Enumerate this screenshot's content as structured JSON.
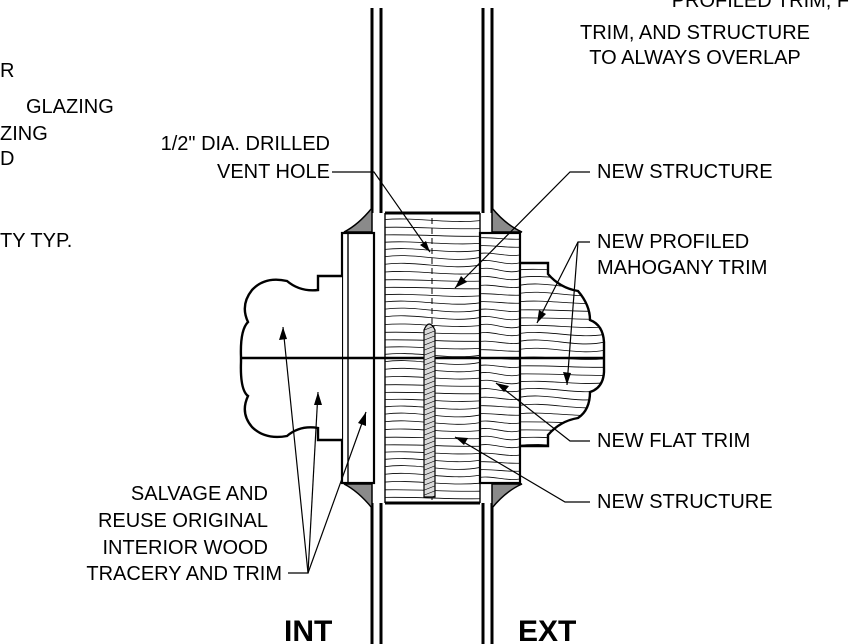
{
  "labels": {
    "top_right_partial": [
      "PROFILED TRIM, FLAT",
      "TRIM, AND STRUCTURE",
      "TO ALWAYS OVERLAP"
    ],
    "top_left_partial": [
      "R",
      "GLAZING",
      "ZING",
      "D"
    ],
    "typ_partial": "TY TYP.",
    "vent_hole": [
      "1/2\" DIA. DRILLED",
      "VENT HOLE"
    ],
    "new_structure_top": "NEW STRUCTURE",
    "new_profiled_trim": [
      "NEW PROFILED",
      "MAHOGANY TRIM"
    ],
    "new_flat_trim": "NEW FLAT TRIM",
    "new_structure_bottom": "NEW STRUCTURE",
    "salvage": [
      "SALVAGE AND",
      "REUSE ORIGINAL",
      "INTERIOR WOOD",
      "TRACERY AND TRIM"
    ],
    "int": "INT",
    "ext": "EXT"
  }
}
